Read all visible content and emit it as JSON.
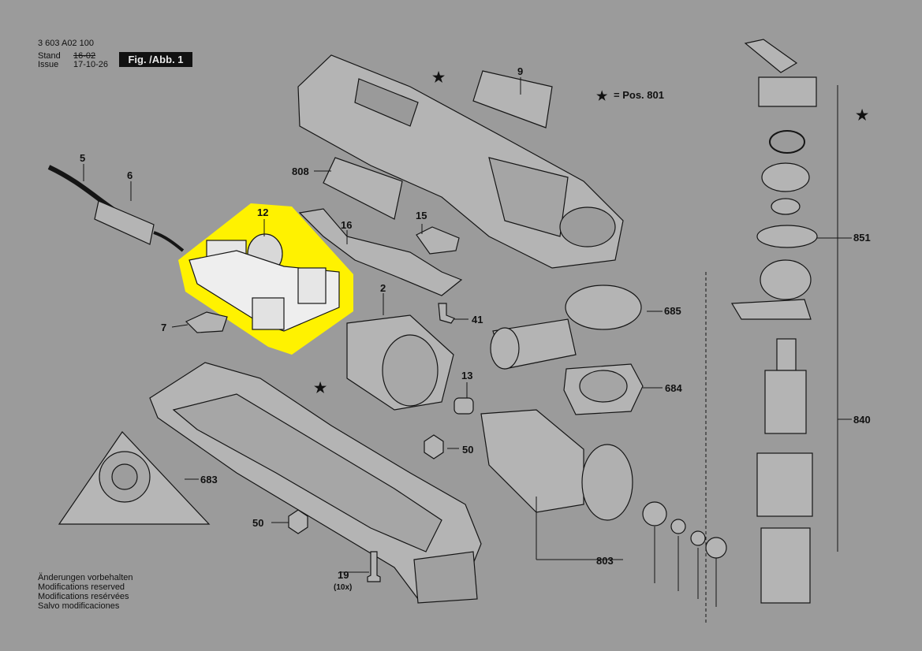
{
  "header": {
    "part_number": "3 603 A02 100",
    "stand_label": "Stand",
    "stand_value": "16-02",
    "issue_label": "Issue",
    "issue_value": "17-10-26",
    "figure_label": "Fig. /Abb. 1"
  },
  "legend": {
    "star_symbol": "★",
    "text": "= Pos. 801"
  },
  "callouts": {
    "c2": "2",
    "c5": "5",
    "c6": "6",
    "c7": "7",
    "c9": "9",
    "c12": "12",
    "c13": "13",
    "c15": "15",
    "c16": "16",
    "c19": "19",
    "c19_qty": "(10x)",
    "c41": "41",
    "c50a": "50",
    "c50b": "50",
    "c683": "683",
    "c684": "684",
    "c685": "685",
    "c803": "803",
    "c808": "808",
    "c840": "840",
    "c851": "851"
  },
  "stars": [
    "★",
    "★",
    "★"
  ],
  "notes": [
    "Änderungen vorbehalten",
    "Modifications reserved",
    "Modifications resérvées",
    "Salvo modificaciones"
  ],
  "colors": {
    "background": "#9b9b9b",
    "part_fill": "#b4b4b4",
    "highlight": "#fff200",
    "line": "#151515"
  }
}
